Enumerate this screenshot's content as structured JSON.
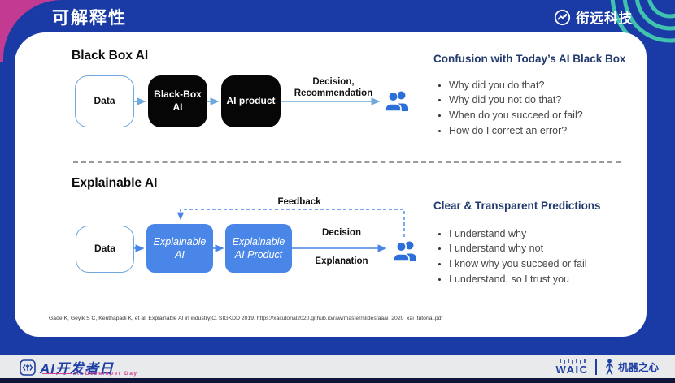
{
  "colors": {
    "frame_blue": "#1a3ba5",
    "accent_pink": "#c23a92",
    "arc_teal": "#3fc2ae",
    "explainable_blue": "#4a86e8",
    "flow_arrow_blue": "#6fa8dc",
    "people_blue": "#2d6fd9",
    "panel_heading_navy": "#223a6d",
    "black_box": "#060606",
    "footer_strip_gray": "#e9eaec",
    "footer_logo_blue": "#1e3fa3",
    "developer_day_pink": "#d5418f"
  },
  "header": {
    "title": "可解释性",
    "brand": "衔远科技"
  },
  "blackbox_section": {
    "heading": "Black Box AI",
    "flow": {
      "data_box": "Data",
      "model_box": "Black-Box\nAI",
      "product_box": "AI product",
      "output_label": "Decision,\nRecommendation"
    },
    "panel": {
      "heading": "Confusion with Today’s AI Black Box",
      "bullets": [
        "Why did you do that?",
        "Why did you not do that?",
        "When do you succeed or fail?",
        "How do I correct an error?"
      ]
    }
  },
  "explainable_section": {
    "heading": "Explainable AI",
    "flow": {
      "data_box": "Data",
      "model_box": "Explainable\nAI",
      "product_box": "Explainable\nAI Product",
      "feedback_label": "Feedback",
      "decision_label": "Decision",
      "explanation_label": "Explanation"
    },
    "panel": {
      "heading": "Clear & Transparent Predictions",
      "bullets": [
        "I understand why",
        "I understand why not",
        "I know why you succeed or fail",
        "I understand, so I trust you"
      ]
    }
  },
  "citation": "Gade K, Geyik S C, Kenthapadi K, et al. Explainable AI in industry[C. SIGKDD 2019. https://xaitutorial2020.github.io/raw/master/slides/aaai_2020_xai_tutorial.pdf",
  "footer": {
    "event_logo": "AI开发者日",
    "event_sub": "AI Developer Day",
    "waic": "WAIC",
    "partner": "机器之心"
  }
}
